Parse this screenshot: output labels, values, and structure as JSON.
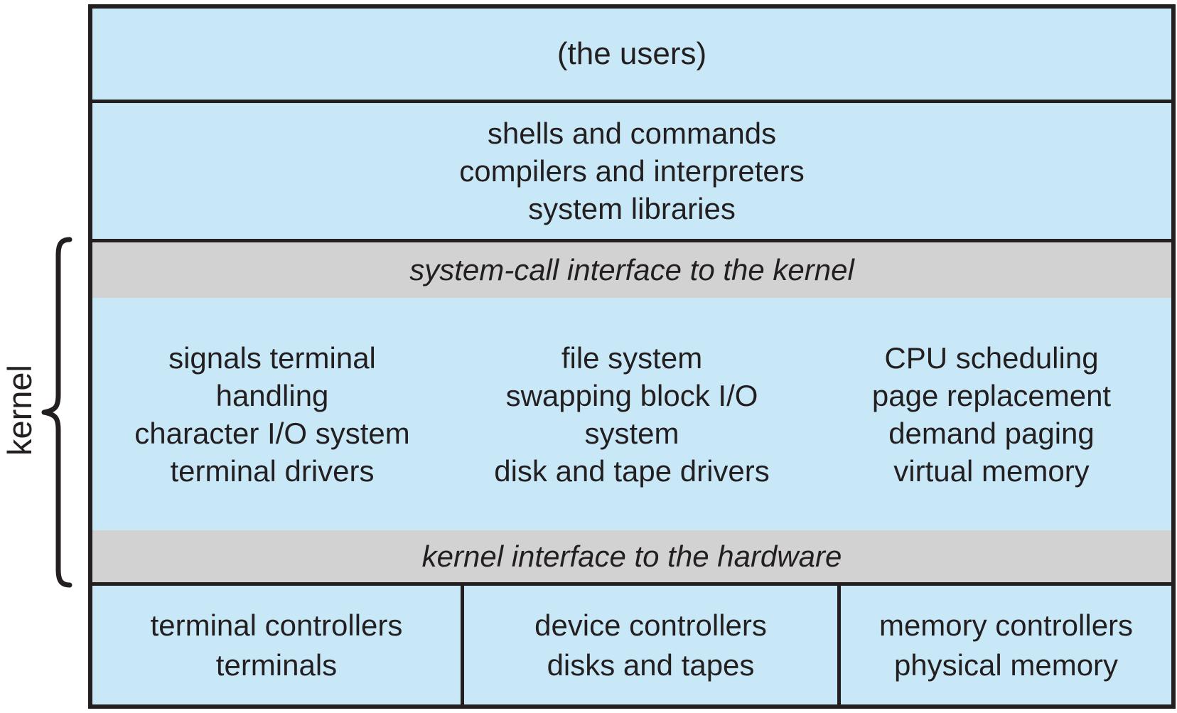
{
  "layers": {
    "users": {
      "label": "(the users)"
    },
    "user_programs": {
      "lines": [
        "shells and commands",
        "compilers and interpreters",
        "system libraries"
      ]
    },
    "syscall_interface": {
      "label": "system-call interface to the kernel"
    },
    "kernel": {
      "brace_label": "kernel",
      "columns": [
        {
          "lines": [
            "signals terminal",
            "handling",
            "character I/O system",
            "terminal drivers"
          ]
        },
        {
          "lines": [
            "file system",
            "swapping block I/O",
            "system",
            "disk and tape drivers"
          ]
        },
        {
          "lines": [
            "CPU scheduling",
            "page replacement",
            "demand paging",
            "virtual memory"
          ]
        }
      ]
    },
    "hardware_interface": {
      "label": "kernel interface to the hardware"
    },
    "hardware": {
      "columns": [
        {
          "lines": [
            "terminal controllers",
            "terminals"
          ]
        },
        {
          "lines": [
            "device controllers",
            "disks and tapes"
          ]
        },
        {
          "lines": [
            "memory controllers",
            "physical memory"
          ]
        }
      ]
    }
  },
  "colors": {
    "panel_blue": "#c9e8f7",
    "bar_gray": "#d2d2d3",
    "line_black": "#231f20"
  }
}
